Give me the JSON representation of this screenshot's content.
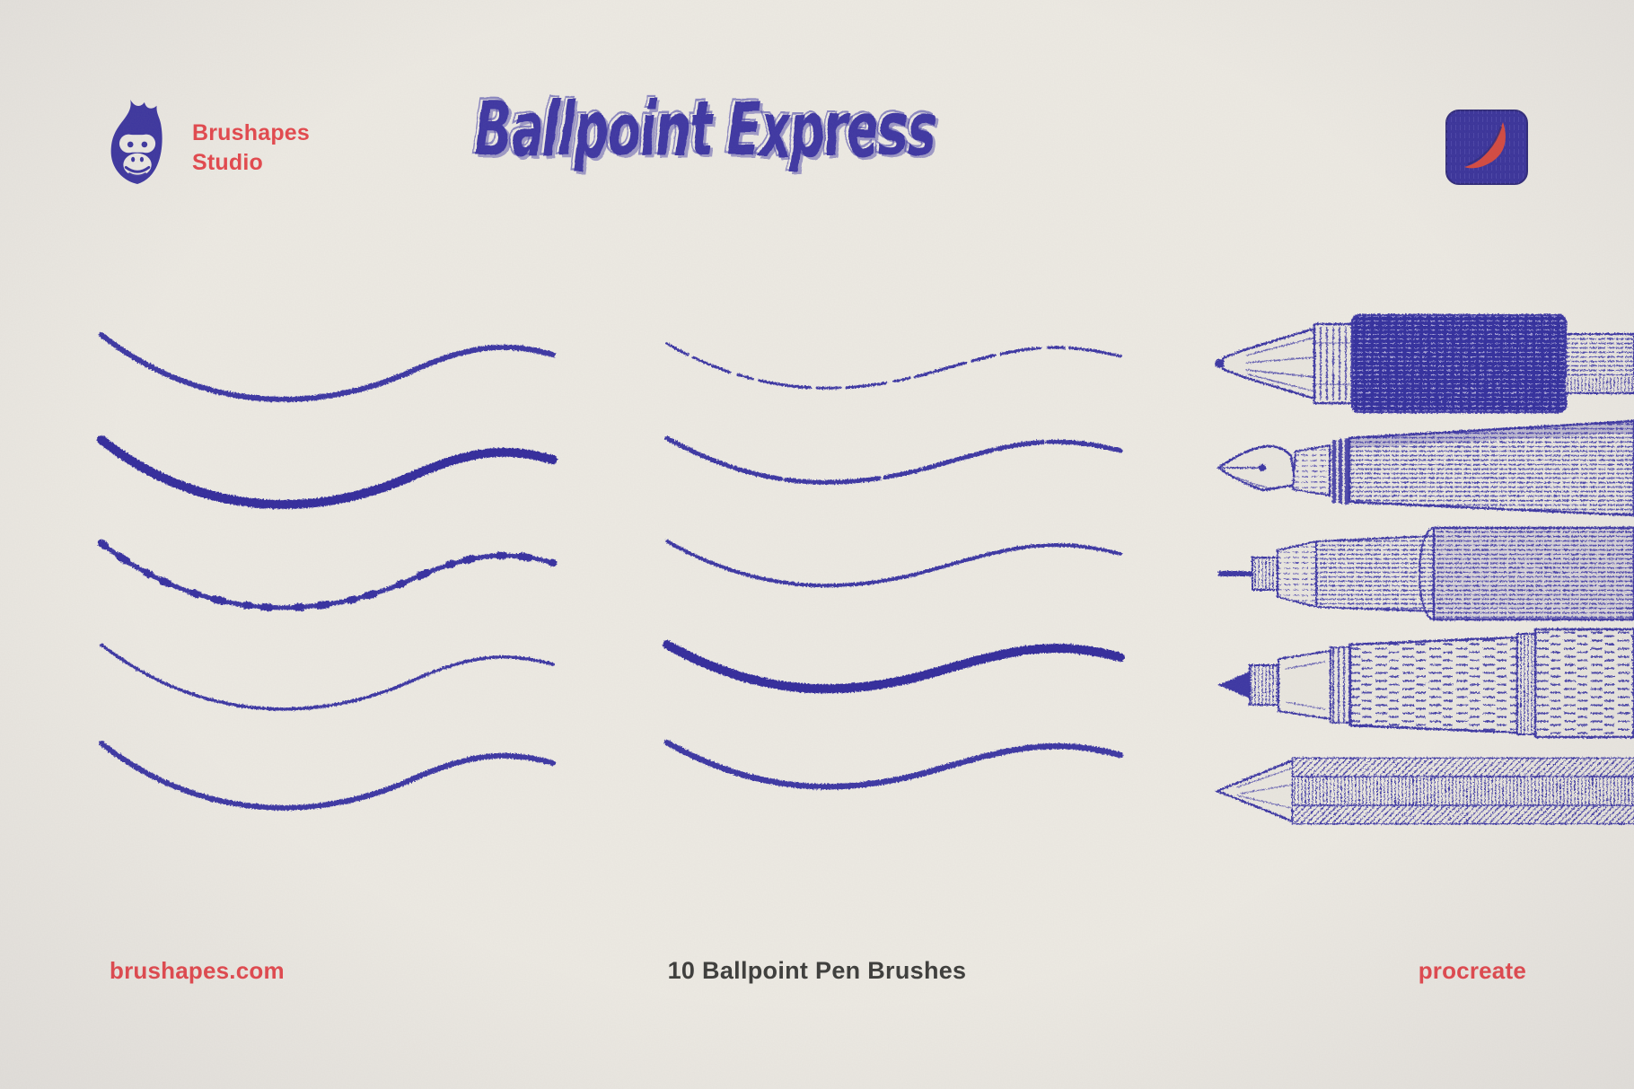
{
  "brand": {
    "name_line1": "Brushapes",
    "name_line2": "Studio"
  },
  "title": "Ballpoint Express",
  "footer": {
    "website": "brushapes.com",
    "product": "10 Ballpoint Pen Brushes",
    "platform": "procreate"
  },
  "icons": {
    "logo": "gorilla-flame-logo",
    "app": "procreate-app-icon"
  },
  "gallery": {
    "rows": 5,
    "stroke_columns": 2,
    "pen_illustrations": [
      "ballpoint-pen",
      "fountain-pen",
      "technical-pen",
      "felt-tip-pen",
      "stick-ballpoint-pen"
    ]
  },
  "colors": {
    "paper": "#edeae3",
    "ink_blue": "#3a34a3",
    "ink_blue_dark": "#322c9c",
    "accent_red": "#e4474c",
    "text_dark": "#3b3b39",
    "icon_blue": "#39329b",
    "icon_red": "#d6493f"
  }
}
